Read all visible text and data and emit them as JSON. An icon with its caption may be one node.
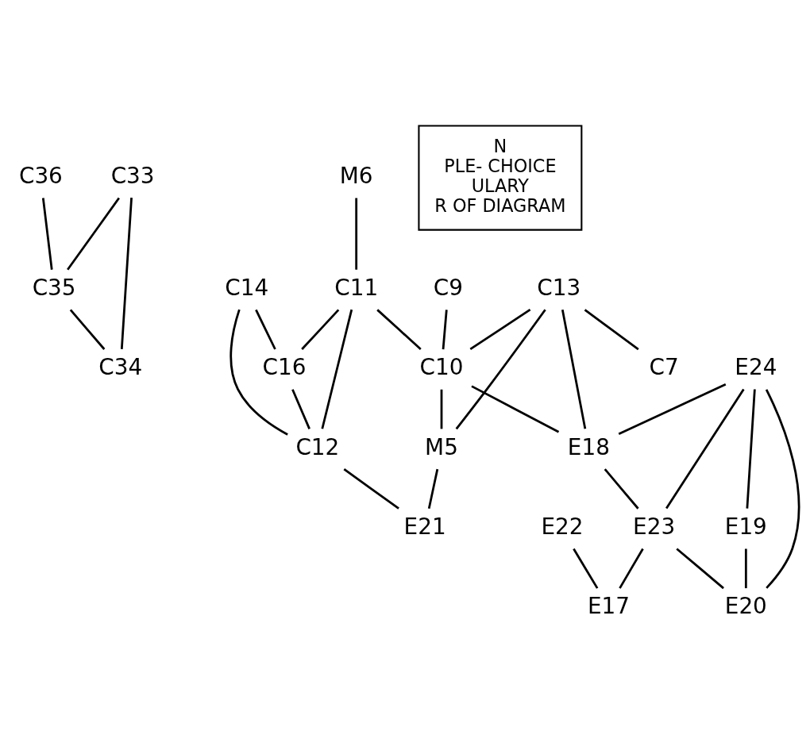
{
  "diagram": {
    "nodes": [
      {
        "text": [
          "C33"
        ]
      },
      {
        "text": [
          "C35"
        ]
      },
      {
        "text": [
          "C36"
        ]
      },
      {
        "text": [
          "C9"
        ]
      },
      {
        "text": [
          "C12"
        ]
      },
      {
        "text": [
          "C34"
        ]
      },
      {
        "text": [
          "M6"
        ]
      },
      {
        "text": [
          "C14"
        ]
      },
      {
        "text": [
          "C11"
        ]
      },
      {
        "text": [
          "C16"
        ]
      },
      {
        "text": [
          "C10"
        ]
      },
      {
        "text": [
          "M5"
        ]
      },
      {
        "text": [
          "C13"
        ]
      },
      {
        "text": [
          "E21"
        ]
      },
      {
        "text": [
          "E17"
        ]
      },
      {
        "text": [
          "E22"
        ]
      },
      {
        "text": [
          "C7"
        ]
      },
      {
        "text": [
          "E18"
        ]
      },
      {
        "text": [
          "E24"
        ]
      },
      {
        "text": [
          "E19"
        ]
      },
      {
        "text": [
          "E23"
        ]
      },
      {
        "text": [
          "E20"
        ]
      },
      {
        "text": [
          "N",
          "PLE- CHOICE",
          "ULARY",
          "R OF DIAGRAM"
        ]
      }
    ],
    "edges": [
      {
        "from": 0,
        "to": 1,
        "arrow": "none"
      },
      {
        "from": 0,
        "to": 5,
        "arrow": "none"
      },
      {
        "from": 1,
        "to": 5,
        "arrow": "none"
      },
      {
        "from": 2,
        "to": 1,
        "arrow": "none"
      },
      {
        "from": 3,
        "to": 10,
        "arrow": "none"
      },
      {
        "from": 6,
        "to": 8,
        "arrow": "none"
      },
      {
        "from": 8,
        "to": 4,
        "arrow": "none"
      },
      {
        "from": 8,
        "to": 9,
        "arrow": "none"
      },
      {
        "from": 7,
        "to": 4,
        "arrow": "none"
      },
      {
        "from": 9,
        "to": 4,
        "arrow": "none"
      },
      {
        "from": 4,
        "to": 13,
        "arrow": "none"
      },
      {
        "from": 7,
        "to": 9,
        "arrow": "none"
      },
      {
        "from": 8,
        "to": 10,
        "arrow": "none"
      },
      {
        "from": 12,
        "to": 10,
        "arrow": "none"
      },
      {
        "from": 12,
        "to": 11,
        "arrow": "none"
      },
      {
        "from": 10,
        "to": 11,
        "arrow": "none"
      },
      {
        "from": 11,
        "to": 13,
        "arrow": "none"
      },
      {
        "from": 12,
        "to": 16,
        "arrow": "none"
      },
      {
        "from": 12,
        "to": 17,
        "arrow": "none"
      },
      {
        "from": 10,
        "to": 17,
        "arrow": "none"
      },
      {
        "from": 15,
        "to": 14,
        "arrow": "none"
      },
      {
        "from": 18,
        "to": 17,
        "arrow": "none"
      },
      {
        "from": 18,
        "to": 19,
        "arrow": "none"
      },
      {
        "from": 18,
        "to": 20,
        "arrow": "none"
      },
      {
        "from": 18,
        "to": 21,
        "arrow": "none"
      },
      {
        "from": 17,
        "to": 20,
        "arrow": "none"
      },
      {
        "from": 20,
        "to": 14,
        "arrow": "none"
      },
      {
        "from": 20,
        "to": 21,
        "arrow": "none"
      },
      {
        "from": 19,
        "to": 21,
        "arrow": "none"
      }
    ]
  }
}
